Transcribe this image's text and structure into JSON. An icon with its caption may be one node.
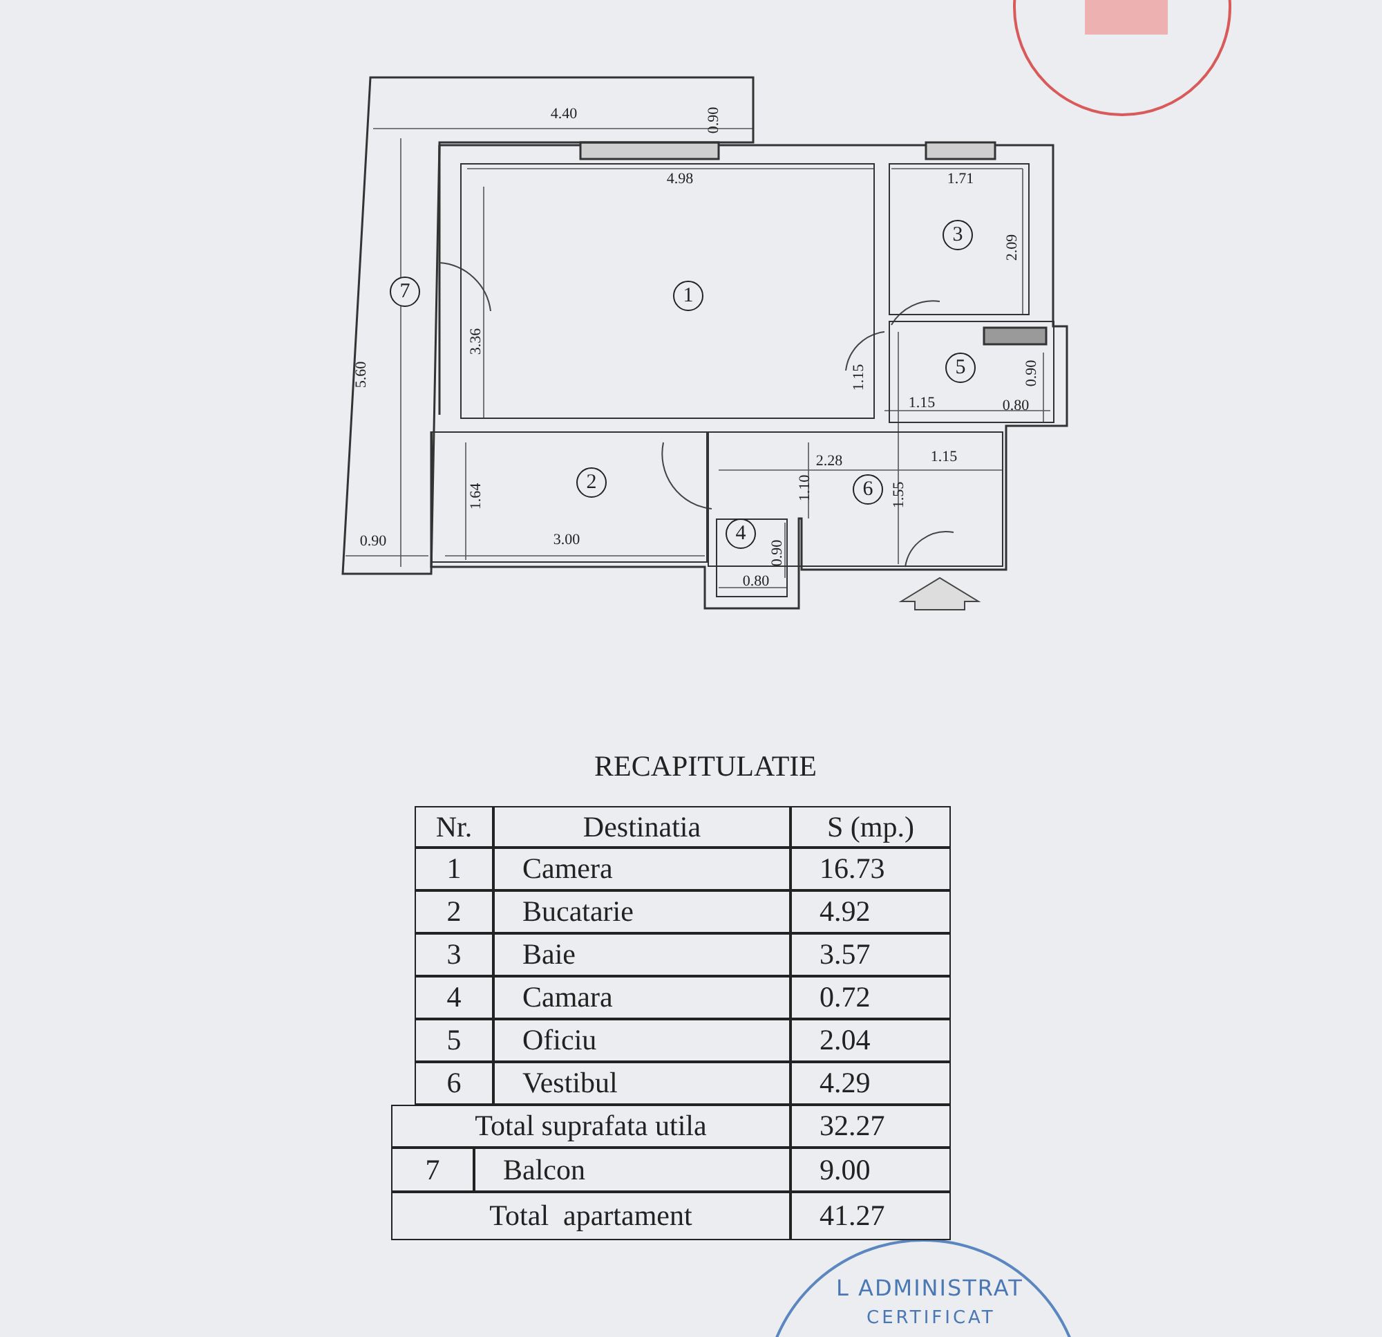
{
  "diagram": {
    "nodes": [
      {
        "text": [
          "1"
        ]
      },
      {
        "text": [
          "2"
        ]
      },
      {
        "text": [
          "3"
        ]
      },
      {
        "text": [
          "4"
        ]
      },
      {
        "text": [
          "5"
        ]
      },
      {
        "text": [
          "6"
        ]
      },
      {
        "text": [
          "7"
        ]
      }
    ],
    "labels": [
      "4.40",
      "0.90",
      "4.98",
      "1.71",
      "2.09",
      "5.60",
      "3.36",
      "1.15",
      "0.90",
      "1.15",
      "0.80",
      "2.28",
      "1.15",
      "1.64",
      "1.10",
      "1.55",
      "0.90",
      "3.00",
      "0.90",
      "0.80",
      "RECAPITULATIE",
      "Nr.",
      "Destinatia",
      "S (mp.)",
      "1",
      "Camera",
      "16.73",
      "2",
      "Bucatarie",
      "4.92",
      "3",
      "Baie",
      "3.57",
      "4",
      "Camara",
      "0.72",
      "5",
      "Oficiu",
      "2.04",
      "6",
      "Vestibul",
      "4.29",
      "Total suprafata utila",
      "32.27",
      "7",
      "Balcon",
      "9.00",
      "Total  apartament",
      "41.27",
      "L ADMINISTRAT",
      "CERTIFICAT"
    ]
  }
}
